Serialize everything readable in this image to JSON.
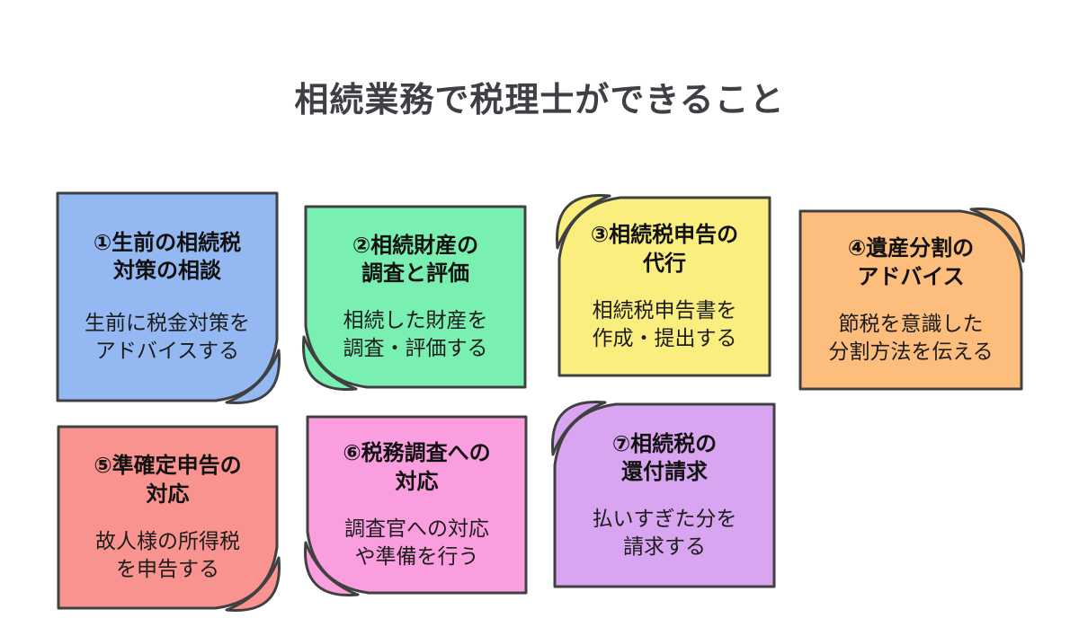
{
  "page": {
    "title": "相続業務で税理士ができること",
    "background": "#ffffff",
    "title_color": "#3f3f46"
  },
  "colors": {
    "note_border": "#404040",
    "title_text": "#111111",
    "body_text": "#1c1c1c"
  },
  "cards": [
    {
      "id": 1,
      "title": "①生前の相続税\n対策の相談",
      "body": "生前に税金対策を\nアドバイスする",
      "color": "#94b9f2",
      "fold": "bottom-right"
    },
    {
      "id": 2,
      "title": "②相続財産の\n調査と評価",
      "body": "相続した財産を\n調査・評価する",
      "color": "#79f0b1",
      "fold": "bottom-left"
    },
    {
      "id": 3,
      "title": "③相続税申告の\n代行",
      "body": "相続税申告書を\n作成・提出する",
      "color": "#faee7f",
      "fold": "top-left"
    },
    {
      "id": 4,
      "title": "④遺産分割の\nアドバイス",
      "body": "節税を意識した\n分割方法を伝える",
      "color": "#fcbd7d",
      "fold": "top-right"
    },
    {
      "id": 5,
      "title": "⑤準確定申告の\n対応",
      "body": "故人様の所得税\nを申告する",
      "color": "#f9938f",
      "fold": "bottom-right"
    },
    {
      "id": 6,
      "title": "⑥税務調査への\n対応",
      "body": "調査官への対応\nや準備を行う",
      "color": "#fb9edf",
      "fold": "bottom-left"
    },
    {
      "id": 7,
      "title": "⑦相続税の\n還付請求",
      "body": "払いすぎた分を\n請求する",
      "color": "#d9a5f0",
      "fold": "top-left"
    }
  ]
}
